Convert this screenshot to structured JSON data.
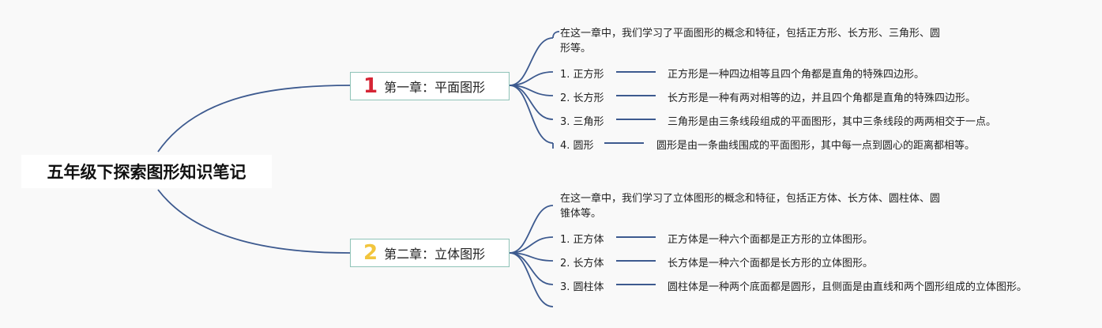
{
  "root": {
    "title": "五年级下探索图形知识笔记"
  },
  "colors": {
    "branch_line": "#3d5a8f",
    "chapter_border": "#8fc3b8",
    "num1": "#d62535",
    "num2": "#f2c53d"
  },
  "chapters": [
    {
      "num": "1",
      "title": "第一章：平面图形",
      "desc": "在这一章中，我们学习了平面图形的概念和特征，包括正方形、长方形、三角形、圆形等。",
      "items": [
        {
          "label": "1. 正方形",
          "text": "正方形是一种四边相等且四个角都是直角的特殊四边形。"
        },
        {
          "label": "2. 长方形",
          "text": "长方形是一种有两对相等的边，并且四个角都是直角的特殊四边形。"
        },
        {
          "label": "3. 三角形",
          "text": "三角形是由三条线段组成的平面图形，其中三条线段的两两相交于一点。"
        },
        {
          "label": "4. 圆形",
          "text": "圆形是由一条曲线围成的平面图形，其中每一点到圆心的距离都相等。"
        }
      ]
    },
    {
      "num": "2",
      "title": "第二章：立体图形",
      "desc": "在这一章中，我们学习了立体图形的概念和特征，包括正方体、长方体、圆柱体、圆锥体等。",
      "items": [
        {
          "label": "1. 正方体",
          "text": "正方体是一种六个面都是正方形的立体图形。"
        },
        {
          "label": "2. 长方体",
          "text": "长方体是一种六个面都是长方形的立体图形。"
        },
        {
          "label": "3. 圆柱体",
          "text": "圆柱体是一种两个底面都是圆形，且侧面是由直线和两个圆形组成的立体图形。"
        }
      ]
    }
  ]
}
